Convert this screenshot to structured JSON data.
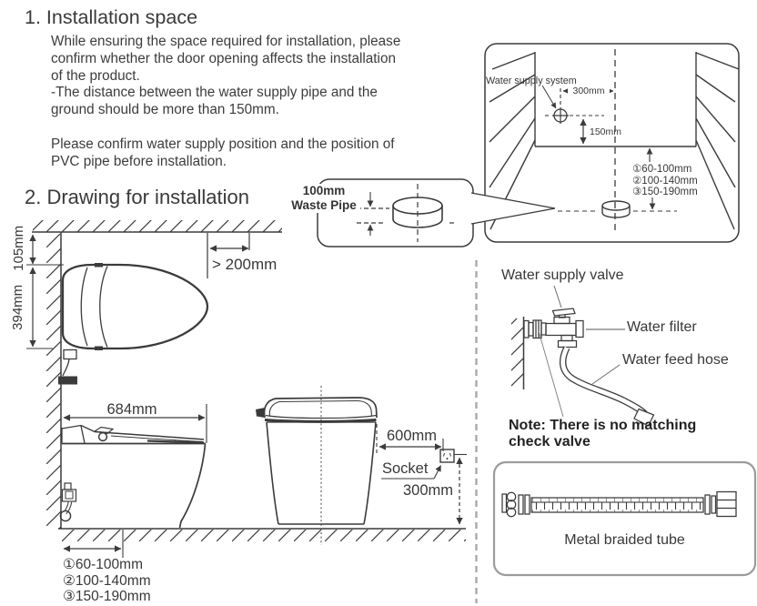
{
  "doc": {
    "section1_heading": "1. Installation space",
    "section1_para1": "While ensuring the space required for installation, please\nconfirm whether the door opening affects the installation\nof the product.\n-The distance between the water supply pipe and the\nground should be more than 150mm.",
    "section1_para2": "Please confirm water supply position and the position of\nPVC pipe before installation.",
    "section2_heading": "2. Drawing for installation"
  },
  "callout": {
    "label": "100mm\nWaste Pipe"
  },
  "room": {
    "water_supply_label": "Water supply system",
    "dim_300": "300mm",
    "dim_150": "150mm",
    "distances": [
      "①60-100mm",
      "②100-140mm",
      "③150-190mm"
    ]
  },
  "top_view": {
    "dim_105": "105mm",
    "dim_394": "394mm",
    "dim_min200": "> 200mm"
  },
  "side_view": {
    "dim_684": "684mm",
    "distances": [
      "①60-100mm",
      "②100-140mm",
      "③150-190mm"
    ]
  },
  "front_view": {
    "dim_600": "600mm",
    "socket": "Socket",
    "dim_300": "300mm"
  },
  "right_panel": {
    "water_supply_valve": "Water supply valve",
    "water_filter": "Water filter",
    "water_feed_hose": "Water feed hose",
    "note": "Note: There is no matching\ncheck valve",
    "metal_braided_tube": "Metal braided tube"
  },
  "colors": {
    "line": "#3b3b3b",
    "text": "#333333",
    "divider": "#a9a9a9",
    "gray_box": "#9c9c9c"
  }
}
